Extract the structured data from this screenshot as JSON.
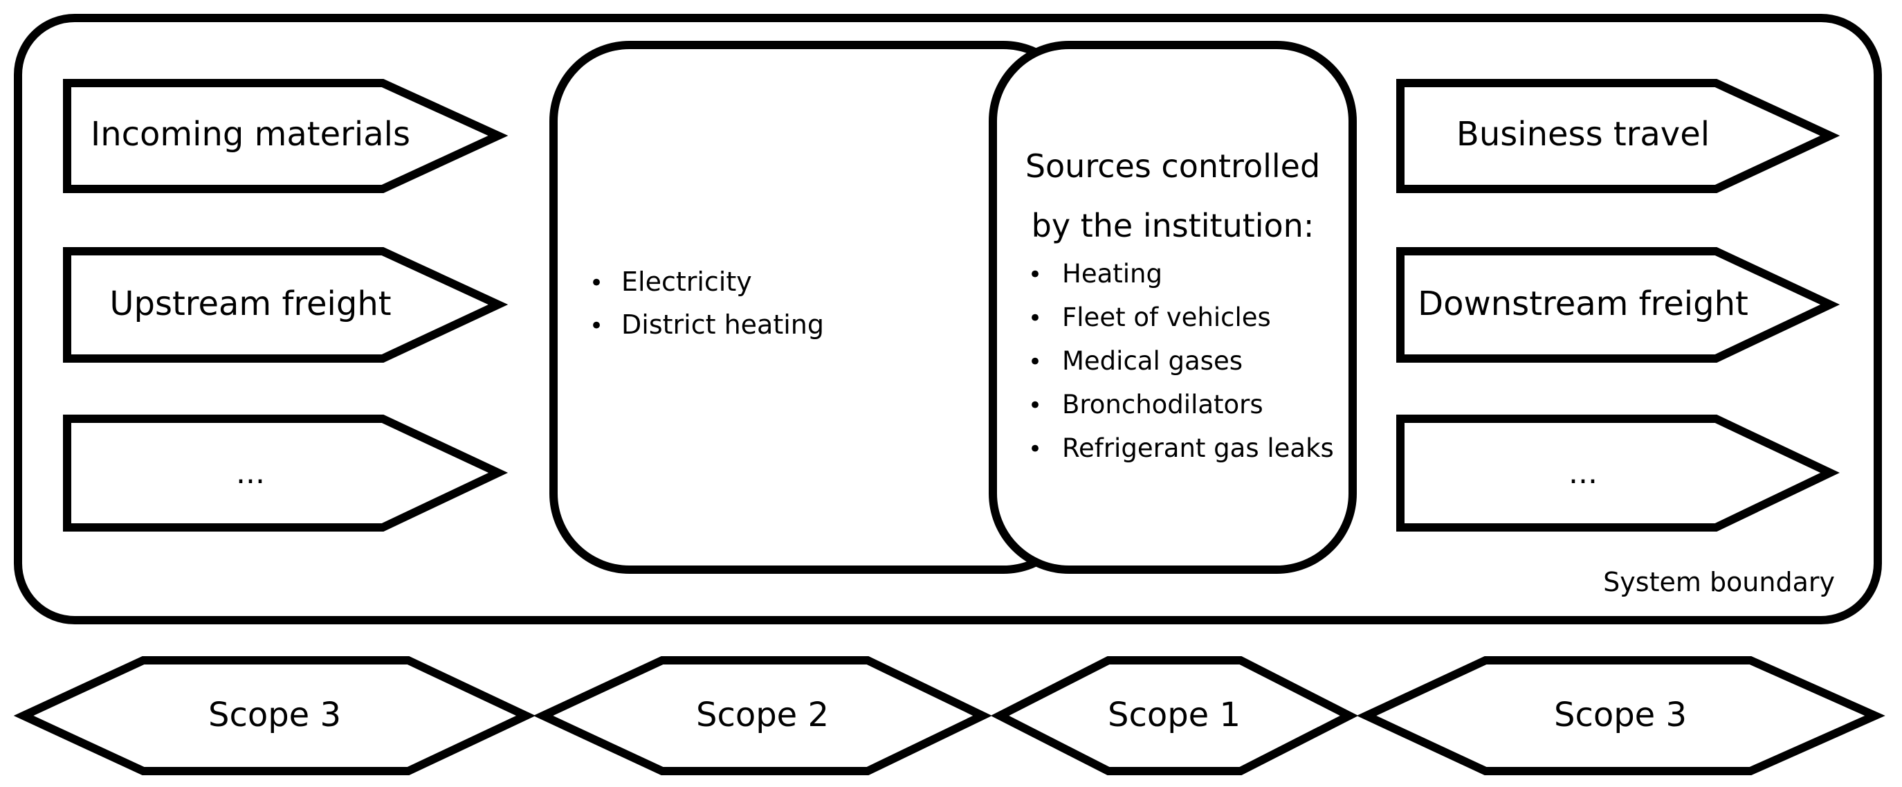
{
  "system_boundary": {
    "label": "System boundary"
  },
  "upstream": {
    "items": [
      "Incoming materials",
      "Upstream freight",
      "..."
    ]
  },
  "scope2_box": {
    "items": [
      "Electricity",
      "District heating"
    ]
  },
  "scope1_box": {
    "title_line1": "Sources controlled",
    "title_line2": "by the  institution:",
    "items": [
      "Heating",
      "Fleet of vehicles",
      "Medical gases",
      "Bronchodilators",
      "Refrigerant gas leaks"
    ]
  },
  "downstream": {
    "items": [
      "Business travel",
      "Downstream freight",
      "..."
    ]
  },
  "scopes": [
    "Scope 3",
    "Scope 2",
    "Scope 1",
    "Scope 3"
  ],
  "bullet_glyph": "•"
}
